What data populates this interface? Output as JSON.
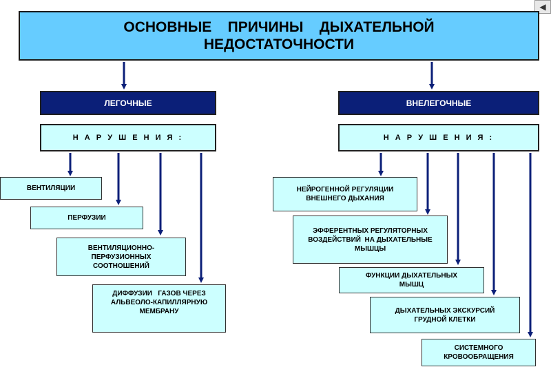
{
  "title": {
    "line1": "ОСНОВНЫЕ    ПРИЧИНЫ    ДЫХАТЕЛЬНОЙ",
    "line2": "НЕДОСТАТОЧНОСТИ"
  },
  "left": {
    "category": "ЛЕГОЧНЫЕ",
    "sub": "Н А Р У Ш Е Н И Я :",
    "items": [
      "ВЕНТИЛЯЦИИ",
      "ПЕРФУЗИИ",
      "ВЕНТИЛЯЦИОННО-ПЕРФУЗИОННЫХ СООТНОШЕНИЙ",
      "ДИФФУЗИИ   ГАЗОВ ЧЕРЕЗ АЛЬВЕОЛО-КАПИЛЛЯРНУЮ МЕМБРАНУ"
    ]
  },
  "right": {
    "category": "ВНЕЛЕГОЧНЫЕ",
    "sub": "Н А Р У Ш Е Н И Я :",
    "items": [
      "НЕЙРОГЕННОЙ РЕГУЛЯЦИИ ВНЕШНЕГО ДЫХАНИЯ",
      "ЭФФЕРЕНТНЫХ РЕГУЛЯТОРНЫХ ВОЗДЕЙСТВИЙ  НА ДЫХАТЕЛЬНЫЕ  МЫШЦЫ",
      "ФУНКЦИИ ДЫХАТЕЛЬНЫХ МЫШЦ",
      "ДЫХАТЕЛЬНЫХ ЭКСКУРСИЙ ГРУДНОЙ КЛЕТКИ",
      "СИСТЕМНОГО КРОВООБРАЩЕНИЯ"
    ]
  },
  "colors": {
    "title_bg": "#66ccff",
    "category_bg": "#0b1f78",
    "box_bg": "#ccffff",
    "arrow": "#0b1f78"
  },
  "nav_icon": "speaker-icon"
}
